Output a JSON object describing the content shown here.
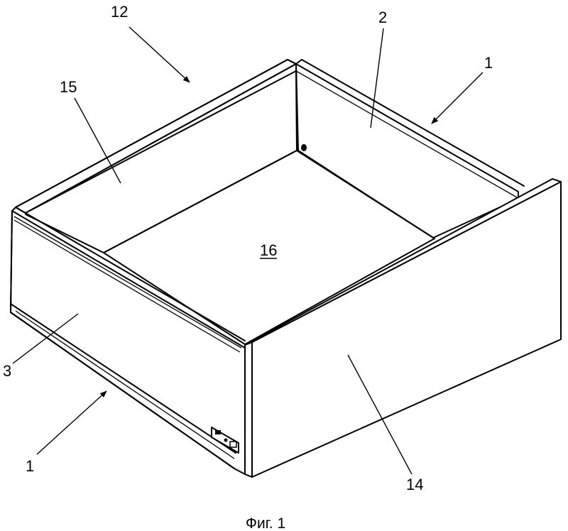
{
  "caption": "Фиг. 1",
  "labels": {
    "l12": "12",
    "l2": "2",
    "l1_top": "1",
    "l15": "15",
    "l16": "16",
    "l3": "3",
    "l1_bottom": "1",
    "l14": "14"
  },
  "colors": {
    "line": "#000000",
    "panel": "#ffffff",
    "background": "#ffffff"
  }
}
